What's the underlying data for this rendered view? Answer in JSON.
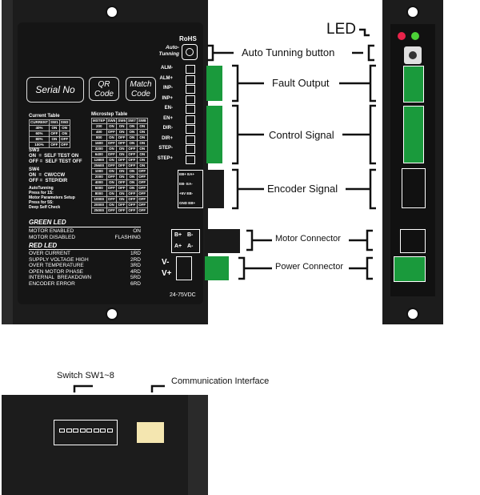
{
  "front": {
    "rohs": "RoHS",
    "auto_tuning": "Auto-\nTunning",
    "serial_no": "Serial No",
    "qr_code": "QR\nCode",
    "match_code": "Match\nCode",
    "fault_pins": [
      "ALM-",
      "ALM+",
      "INP-",
      "INP+"
    ],
    "control_pins": [
      "EN-",
      "EN+",
      "DIR-",
      "DIR+",
      "STEP-",
      "STEP+"
    ],
    "encoder_pins": [
      "EB+",
      "EA+",
      "EB-",
      "EA-",
      "+5V",
      "EB-",
      "GND",
      "EB+"
    ],
    "motor_pins": [
      "B+",
      "B-",
      "A+",
      "A-"
    ],
    "power_pins": [
      "V-",
      "V+"
    ],
    "voltage": "24-75VDC",
    "current_table": {
      "title": "Current Table",
      "headers": [
        "CURRENT",
        "SW1",
        "SW2"
      ],
      "rows": [
        [
          "40%",
          "ON",
          "ON"
        ],
        [
          "60%",
          "OFF",
          "ON"
        ],
        [
          "80%",
          "ON",
          "OFF"
        ],
        [
          "100%",
          "OFF",
          "OFF"
        ]
      ]
    },
    "sw3": {
      "title": "SW3",
      "on": "ON  =  SELF TEST ON",
      "off": "OFF =  SELF TEST OFF"
    },
    "sw4": {
      "title": "SW4",
      "on": "ON  =  CW/CCW",
      "off": "OFF =  STEP/DIR"
    },
    "autotuning_note": [
      "AutoTunning",
      "Press for 1S:",
      "Motor Parameters Setup",
      "Press for 5S:",
      "Deep Self Check"
    ],
    "microstep_table": {
      "title": "Microstep Table",
      "headers": [
        "MSTEP",
        "SW5",
        "SW6",
        "SW7",
        "SW8"
      ],
      "rows": [
        [
          "200",
          "ON",
          "ON",
          "ON",
          "ON"
        ],
        [
          "400",
          "OFF",
          "ON",
          "ON",
          "ON"
        ],
        [
          "800",
          "ON",
          "OFF",
          "ON",
          "ON"
        ],
        [
          "1600",
          "OFF",
          "OFF",
          "ON",
          "ON"
        ],
        [
          "3200",
          "ON",
          "ON",
          "OFF",
          "ON"
        ],
        [
          "6400",
          "OFF",
          "ON",
          "OFF",
          "ON"
        ],
        [
          "12800",
          "ON",
          "OFF",
          "OFF",
          "ON"
        ],
        [
          "25600",
          "OFF",
          "OFF",
          "OFF",
          "ON"
        ],
        [
          "1000",
          "ON",
          "ON",
          "ON",
          "OFF"
        ],
        [
          "2000",
          "OFF",
          "ON",
          "ON",
          "OFF"
        ],
        [
          "4000",
          "ON",
          "OFF",
          "ON",
          "OFF"
        ],
        [
          "5000",
          "OFF",
          "OFF",
          "ON",
          "OFF"
        ],
        [
          "8000",
          "ON",
          "ON",
          "OFF",
          "OFF"
        ],
        [
          "10000",
          "OFF",
          "ON",
          "OFF",
          "OFF"
        ],
        [
          "20000",
          "ON",
          "OFF",
          "OFF",
          "OFF"
        ],
        [
          "25000",
          "OFF",
          "OFF",
          "OFF",
          "OFF"
        ]
      ]
    },
    "green_led": {
      "title": "GREEN LED",
      "rows": [
        [
          "MOTOR ENABLED",
          "ON"
        ],
        [
          "MOTOR DISABLED",
          "FLASHING"
        ]
      ]
    },
    "red_led": {
      "title": "RED LED",
      "rows": [
        [
          "OVER CURRENT",
          "1RD"
        ],
        [
          "SUPPLY VOLTAGE HIGH",
          "2RD"
        ],
        [
          "OVER TEMPERATURE",
          "3RD"
        ],
        [
          "OPEN MOTOR PHASE",
          "4RD"
        ],
        [
          "INTERNAL  BREAKDOWN",
          "5RD"
        ],
        [
          "ENCODER ERROR",
          "6RD"
        ]
      ]
    }
  },
  "callouts": {
    "led": "LED",
    "auto_tuning_button": "Auto Tunning button",
    "fault_output": "Fault Output",
    "control_signal": "Control Signal",
    "encoder_signal": "Encoder Signal",
    "motor_connector": "Motor Connector",
    "power_connector": "Power Connector",
    "switch": "Switch SW1~8",
    "communication": "Communication Interface"
  },
  "colors": {
    "terminal_green": "#1a9a3c",
    "panel": "#151515",
    "led_red": "#e8234a",
    "led_green": "#4cd137"
  }
}
